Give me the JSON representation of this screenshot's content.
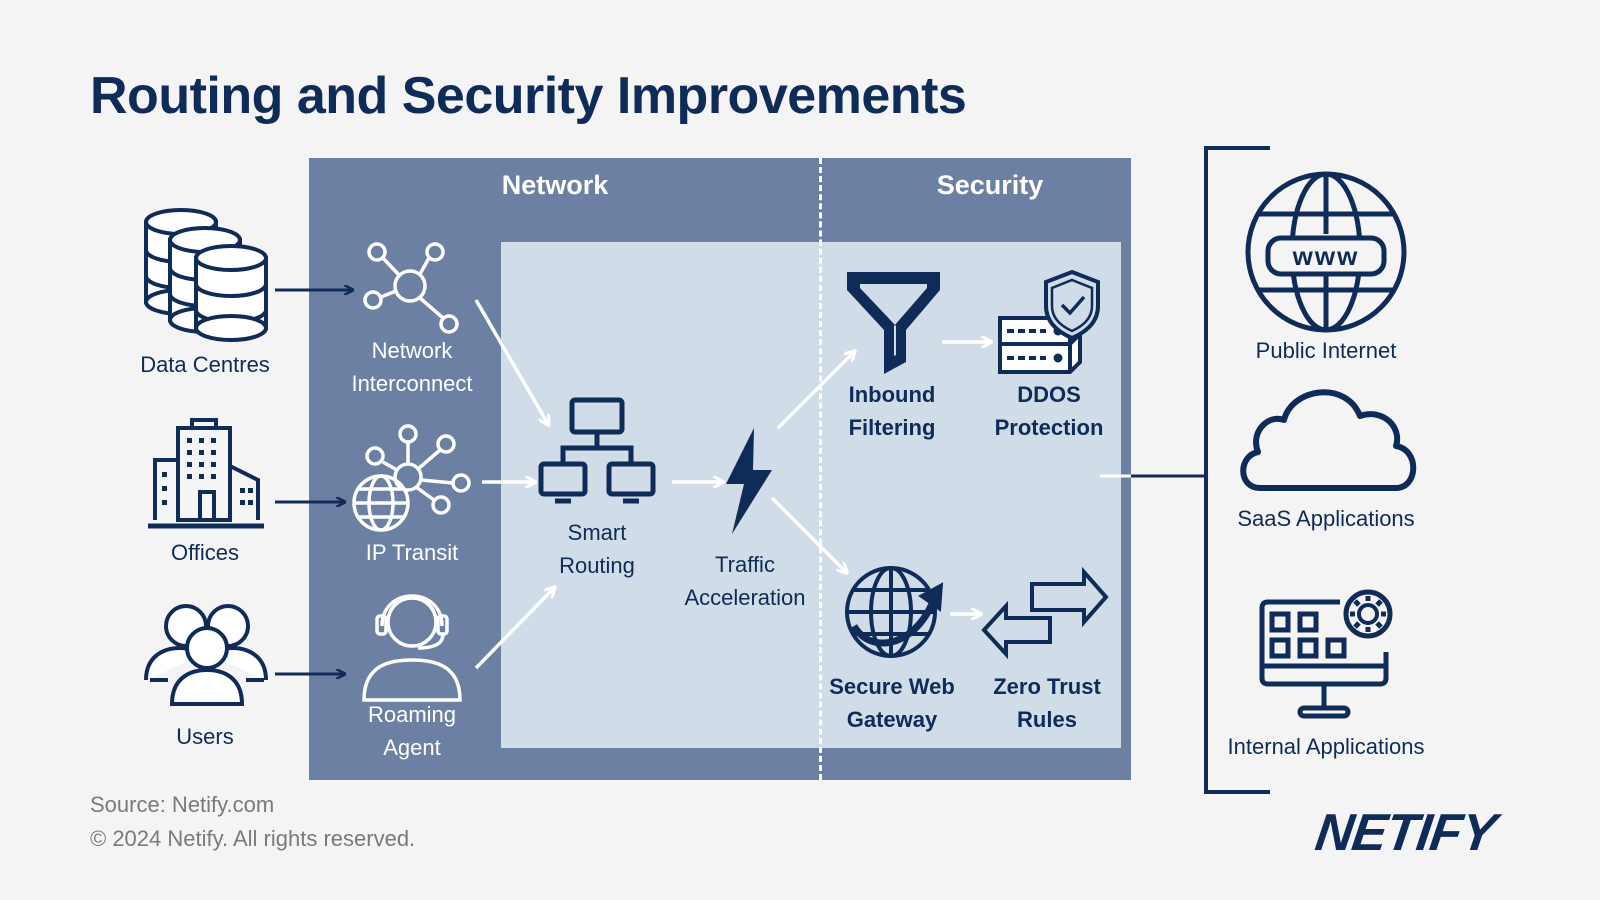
{
  "title": "Routing and Security Improvements",
  "sections": {
    "network": "Network",
    "security": "Security"
  },
  "sources": {
    "data_centres": "Data Centres",
    "offices": "Offices",
    "users": "Users"
  },
  "network": {
    "interconnect": [
      "Network",
      "Interconnect"
    ],
    "ip_transit": "IP Transit",
    "roaming_agent": [
      "Roaming",
      "Agent"
    ],
    "smart_routing": [
      "Smart",
      "Routing"
    ],
    "traffic_acceleration": [
      "Traffic",
      "Acceleration"
    ]
  },
  "security": {
    "inbound_filtering": [
      "Inbound",
      "Filtering"
    ],
    "ddos_protection": [
      "DDOS",
      "Protection"
    ],
    "secure_web_gateway": [
      "Secure Web",
      "Gateway"
    ],
    "zero_trust_rules": [
      "Zero Trust",
      "Rules"
    ]
  },
  "destinations": {
    "public_internet": "Public Internet",
    "www_badge": "www",
    "saas": "SaaS Applications",
    "internal": "Internal Applications"
  },
  "footer": {
    "source": "Source: Netify.com",
    "copyright": "© 2024 Netify. All rights reserved."
  },
  "brand": "NETIFY",
  "colors": {
    "navy": "#0f2b57",
    "panel_outer": "#6c80a3",
    "panel_inner": "#d0dce8",
    "background": "#f4f4f4"
  }
}
